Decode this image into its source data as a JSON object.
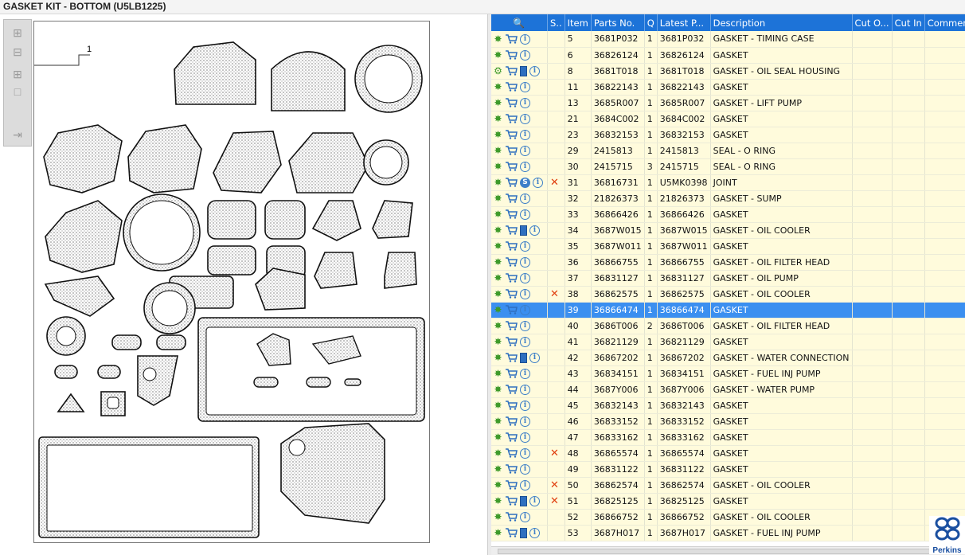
{
  "window": {
    "title": "GASKET KIT - BOTTOM (U5LB1225)"
  },
  "diagram": {
    "callout": "1"
  },
  "table": {
    "columns": [
      "",
      "S..",
      "Item",
      "Parts No.",
      "Q",
      "Latest P...",
      "Description",
      "Cut O...",
      "Cut In",
      "Comment"
    ],
    "rows": [
      {
        "icons": [
          "gear",
          "cart",
          "info"
        ],
        "x": false,
        "item": "5",
        "part": "3681P032",
        "q": "1",
        "latest": "3681P032",
        "desc": "GASKET - TIMING CASE"
      },
      {
        "icons": [
          "gear",
          "cart",
          "info"
        ],
        "x": false,
        "item": "6",
        "part": "36826124",
        "q": "1",
        "latest": "36826124",
        "desc": "GASKET"
      },
      {
        "icons": [
          "gears",
          "cart",
          "book",
          "info"
        ],
        "x": false,
        "item": "8",
        "part": "3681T018",
        "q": "1",
        "latest": "3681T018",
        "desc": "GASKET - OIL SEAL HOUSING"
      },
      {
        "icons": [
          "gear",
          "cart",
          "info"
        ],
        "x": false,
        "item": "11",
        "part": "36822143",
        "q": "1",
        "latest": "36822143",
        "desc": "GASKET"
      },
      {
        "icons": [
          "gear",
          "cart",
          "info"
        ],
        "x": false,
        "item": "13",
        "part": "3685R007",
        "q": "1",
        "latest": "3685R007",
        "desc": "GASKET - LIFT PUMP"
      },
      {
        "icons": [
          "gear",
          "cart",
          "info"
        ],
        "x": false,
        "item": "21",
        "part": "3684C002",
        "q": "1",
        "latest": "3684C002",
        "desc": "GASKET"
      },
      {
        "icons": [
          "gear",
          "cart",
          "info"
        ],
        "x": false,
        "item": "23",
        "part": "36832153",
        "q": "1",
        "latest": "36832153",
        "desc": "GASKET"
      },
      {
        "icons": [
          "gear",
          "cart",
          "info"
        ],
        "x": false,
        "item": "29",
        "part": "2415813",
        "q": "1",
        "latest": "2415813",
        "desc": "SEAL - O RING"
      },
      {
        "icons": [
          "gear",
          "cart",
          "info"
        ],
        "x": false,
        "item": "30",
        "part": "2415715",
        "q": "3",
        "latest": "2415715",
        "desc": "SEAL - O RING"
      },
      {
        "icons": [
          "gear",
          "cart",
          "s",
          "info"
        ],
        "x": true,
        "item": "31",
        "part": "36816731",
        "q": "1",
        "latest": "U5MK0398",
        "desc": "JOINT"
      },
      {
        "icons": [
          "gear",
          "cart",
          "info"
        ],
        "x": false,
        "item": "32",
        "part": "21826373",
        "q": "1",
        "latest": "21826373",
        "desc": "GASKET - SUMP"
      },
      {
        "icons": [
          "gear",
          "cart",
          "info"
        ],
        "x": false,
        "item": "33",
        "part": "36866426",
        "q": "1",
        "latest": "36866426",
        "desc": "GASKET"
      },
      {
        "icons": [
          "gear",
          "cart",
          "book",
          "info"
        ],
        "x": false,
        "item": "34",
        "part": "3687W015",
        "q": "1",
        "latest": "3687W015",
        "desc": "GASKET - OIL COOLER"
      },
      {
        "icons": [
          "gear",
          "cart",
          "info"
        ],
        "x": false,
        "item": "35",
        "part": "3687W011",
        "q": "1",
        "latest": "3687W011",
        "desc": "GASKET"
      },
      {
        "icons": [
          "gear",
          "cart",
          "info"
        ],
        "x": false,
        "item": "36",
        "part": "36866755",
        "q": "1",
        "latest": "36866755",
        "desc": "GASKET - OIL FILTER HEAD"
      },
      {
        "icons": [
          "gear",
          "cart",
          "info"
        ],
        "x": false,
        "item": "37",
        "part": "36831127",
        "q": "1",
        "latest": "36831127",
        "desc": "GASKET - OIL PUMP"
      },
      {
        "icons": [
          "gear",
          "cart",
          "info"
        ],
        "x": true,
        "item": "38",
        "part": "36862575",
        "q": "1",
        "latest": "36862575",
        "desc": "GASKET - OIL COOLER"
      },
      {
        "icons": [
          "gear",
          "cart",
          "info"
        ],
        "x": false,
        "item": "39",
        "part": "36866474",
        "q": "1",
        "latest": "36866474",
        "desc": "GASKET",
        "selected": true
      },
      {
        "icons": [
          "gear",
          "cart",
          "info"
        ],
        "x": false,
        "item": "40",
        "part": "3686T006",
        "q": "2",
        "latest": "3686T006",
        "desc": "GASKET - OIL FILTER HEAD"
      },
      {
        "icons": [
          "gear",
          "cart",
          "info"
        ],
        "x": false,
        "item": "41",
        "part": "36821129",
        "q": "1",
        "latest": "36821129",
        "desc": "GASKET"
      },
      {
        "icons": [
          "gear",
          "cart",
          "book",
          "info"
        ],
        "x": false,
        "item": "42",
        "part": "36867202",
        "q": "1",
        "latest": "36867202",
        "desc": "GASKET - WATER CONNECTION"
      },
      {
        "icons": [
          "gear",
          "cart",
          "info"
        ],
        "x": false,
        "item": "43",
        "part": "36834151",
        "q": "1",
        "latest": "36834151",
        "desc": "GASKET - FUEL INJ PUMP"
      },
      {
        "icons": [
          "gear",
          "cart",
          "info"
        ],
        "x": false,
        "item": "44",
        "part": "3687Y006",
        "q": "1",
        "latest": "3687Y006",
        "desc": "GASKET - WATER PUMP"
      },
      {
        "icons": [
          "gear",
          "cart",
          "info"
        ],
        "x": false,
        "item": "45",
        "part": "36832143",
        "q": "1",
        "latest": "36832143",
        "desc": "GASKET"
      },
      {
        "icons": [
          "gear",
          "cart",
          "info"
        ],
        "x": false,
        "item": "46",
        "part": "36833152",
        "q": "1",
        "latest": "36833152",
        "desc": "GASKET"
      },
      {
        "icons": [
          "gear",
          "cart",
          "info"
        ],
        "x": false,
        "item": "47",
        "part": "36833162",
        "q": "1",
        "latest": "36833162",
        "desc": "GASKET"
      },
      {
        "icons": [
          "gear",
          "cart",
          "info"
        ],
        "x": true,
        "item": "48",
        "part": "36865574",
        "q": "1",
        "latest": "36865574",
        "desc": "GASKET"
      },
      {
        "icons": [
          "gear",
          "cart",
          "info"
        ],
        "x": false,
        "item": "49",
        "part": "36831122",
        "q": "1",
        "latest": "36831122",
        "desc": "GASKET"
      },
      {
        "icons": [
          "gear",
          "cart",
          "info"
        ],
        "x": true,
        "item": "50",
        "part": "36862574",
        "q": "1",
        "latest": "36862574",
        "desc": "GASKET - OIL COOLER"
      },
      {
        "icons": [
          "gear",
          "cart",
          "book",
          "info"
        ],
        "x": true,
        "item": "51",
        "part": "36825125",
        "q": "1",
        "latest": "36825125",
        "desc": "GASKET"
      },
      {
        "icons": [
          "gear",
          "cart",
          "info"
        ],
        "x": false,
        "item": "52",
        "part": "36866752",
        "q": "1",
        "latest": "36866752",
        "desc": "GASKET - OIL COOLER"
      },
      {
        "icons": [
          "gear",
          "cart",
          "book",
          "info"
        ],
        "x": false,
        "item": "53",
        "part": "3687H017",
        "q": "1",
        "latest": "3687H017",
        "desc": "GASKET - FUEL INJ PUMP"
      }
    ]
  },
  "logo": {
    "text": "Perkins"
  }
}
